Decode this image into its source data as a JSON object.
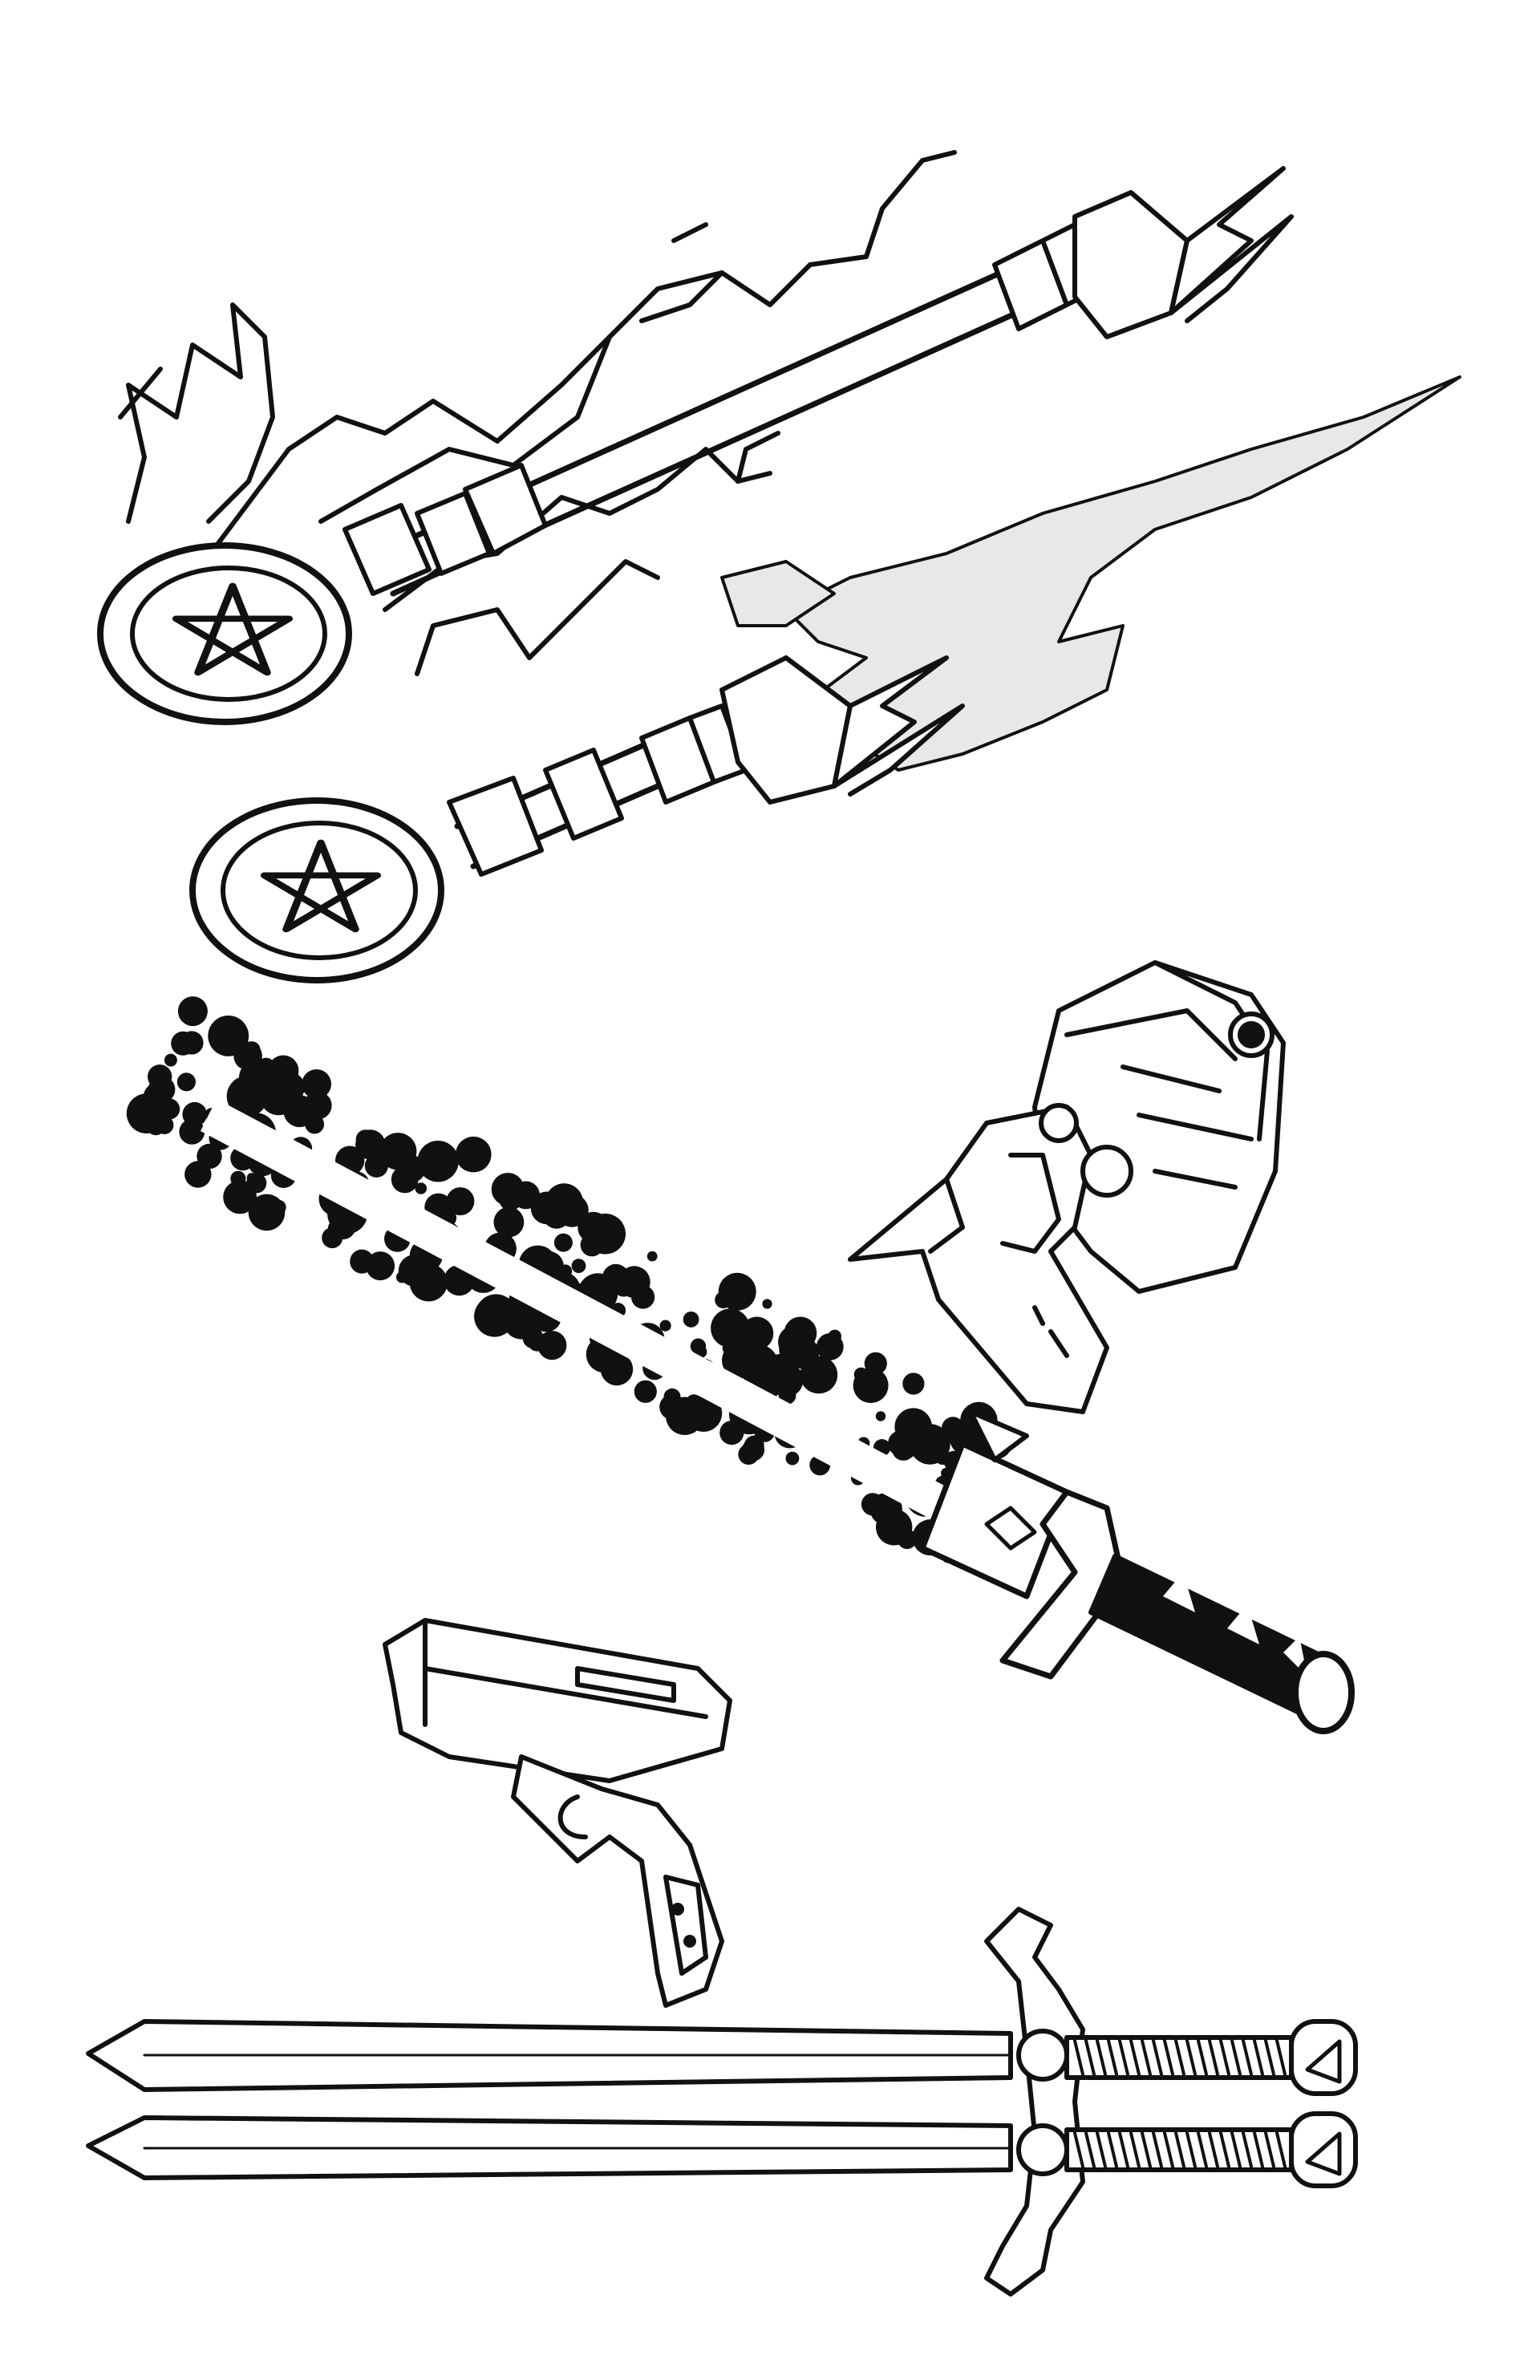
{
  "palette": {
    "ink": "#111111",
    "paper": "#ffffff",
    "glow": "#d9d9d9"
  },
  "items": [
    {
      "id": "magic-key-staff-lightning",
      "icon": "pentagram-key-staff-icon"
    },
    {
      "id": "magic-key-staff-flame",
      "icon": "pentagram-key-staff-icon"
    },
    {
      "id": "sci-fi-blaster",
      "icon": "blaster-pistol-icon"
    },
    {
      "id": "shadow-katana",
      "icon": "katana-icon"
    },
    {
      "id": "handgun",
      "icon": "pistol-icon"
    },
    {
      "id": "longsword-pair",
      "icon": "longsword-icon"
    }
  ]
}
